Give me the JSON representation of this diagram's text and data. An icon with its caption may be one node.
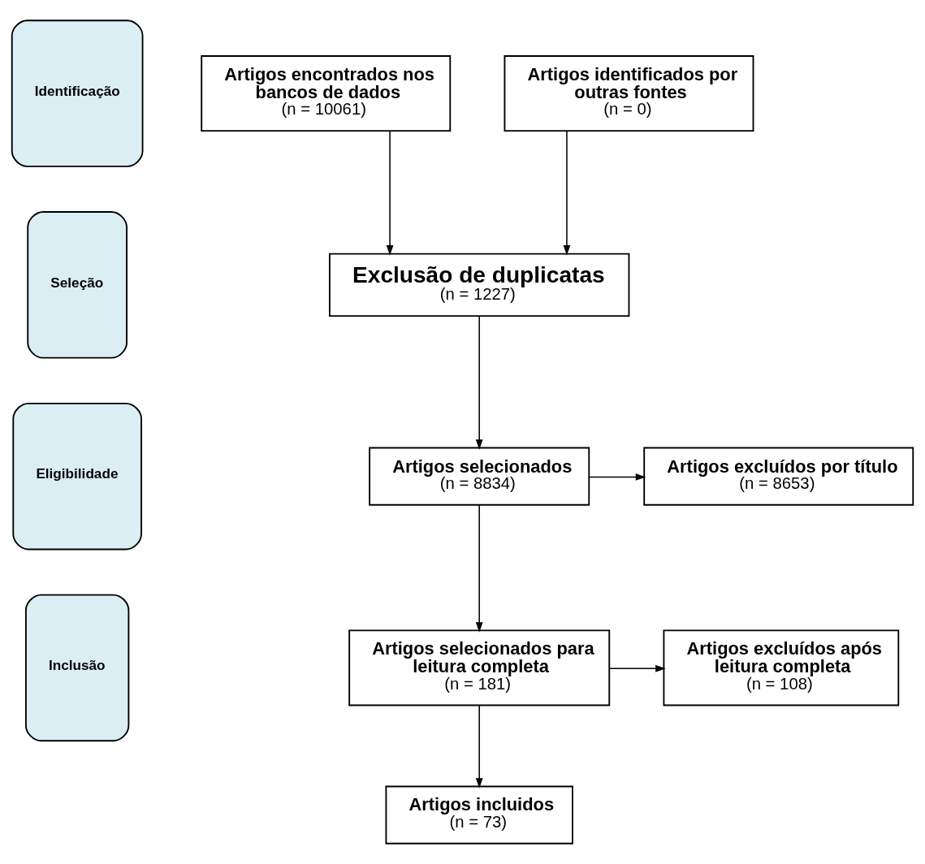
{
  "diagram": {
    "nodes": [
      {
        "text": [
          "Identificação"
        ]
      },
      {
        "text": [
          "Seleção"
        ]
      },
      {
        "text": [
          "Eligibilidade"
        ]
      },
      {
        "text": [
          "Inclusão"
        ]
      },
      {
        "text": [
          "Artigos encontrados nos bancos de dados",
          "(n = 10061)"
        ]
      },
      {
        "text": [
          "Artigos identificados por outras fontes",
          "(n = 0)"
        ]
      },
      {
        "text": [
          "Exclusão de duplicatas",
          "(n = 1227)"
        ]
      },
      {
        "text": [
          "Artigos selecionados",
          "(n = 8834)"
        ]
      },
      {
        "text": [
          "Artigos excluídos por título",
          "(n = 8653)"
        ]
      },
      {
        "text": [
          "Artigos selecionados para leitura completa",
          "(n = 181)"
        ]
      },
      {
        "text": [
          "Artigos excluídos após leitura completa",
          "(n = 108)"
        ]
      },
      {
        "text": [
          "Artigos incluidos",
          "(n = 73)"
        ]
      }
    ],
    "edges": [
      {
        "from": 4,
        "to": 6,
        "arrow": "to"
      },
      {
        "from": 5,
        "to": 6,
        "arrow": "to"
      },
      {
        "from": 6,
        "to": 7,
        "arrow": "to"
      },
      {
        "from": 7,
        "to": 8,
        "arrow": "to"
      },
      {
        "from": 7,
        "to": 9,
        "arrow": "to"
      },
      {
        "from": 9,
        "to": 10,
        "arrow": "to"
      },
      {
        "from": 9,
        "to": 11,
        "arrow": "to"
      }
    ]
  }
}
